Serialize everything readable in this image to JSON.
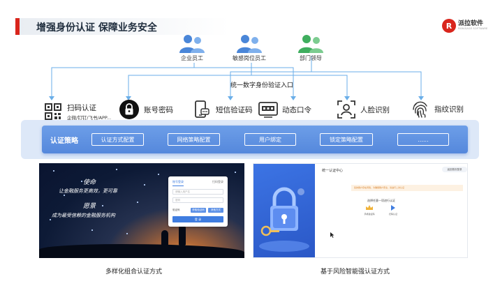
{
  "header": {
    "title": "增强身份认证 保障业务安全",
    "brand_logo_letters": "R",
    "brand_name": "派拉软件",
    "brand_subtitle": "PARASAGE SOFTWARE"
  },
  "users": [
    {
      "label": "企业员工",
      "icon": "users-icon",
      "color": "#4a86d8"
    },
    {
      "label": "敏感岗位员工",
      "icon": "users-icon",
      "color": "#4a86d8"
    },
    {
      "label": "部门领导",
      "icon": "users-icon",
      "color": "#4cb86a"
    }
  ],
  "entry_label": "统一数字身份验证入口",
  "methods": [
    {
      "label": "扫码认证",
      "sub": "企微/钉钉/飞书/APP...",
      "icon": "qr-code-icon"
    },
    {
      "label": "账号密码",
      "icon": "lock-icon"
    },
    {
      "label": "短信验证码",
      "icon": "phone-sms-icon"
    },
    {
      "label": "动态口令",
      "icon": "otp-token-icon"
    },
    {
      "label": "人脸识别",
      "icon": "face-scan-icon"
    },
    {
      "label": "指纹识别",
      "icon": "fingerprint-icon"
    }
  ],
  "strategy": {
    "label": "认证策略",
    "buttons": [
      "认证方式配置",
      "网络策略配置",
      "用户绑定",
      "锁定策略配置",
      "......"
    ]
  },
  "left_panel": {
    "mission_title": "使命",
    "mission_text": "让金融服务更高效，更可靠",
    "vision_title": "愿景",
    "vision_text": "成为最受信赖的金融服务机构",
    "login": {
      "tab_active": "账号登录",
      "tab_other": "扫码登录",
      "username_placeholder": "请输入用户名",
      "password_placeholder": "密码",
      "captcha_label": "验证码",
      "sms_button": "获取验证码",
      "other_button": "其他方式",
      "submit": "登 录"
    },
    "caption": "多样化组合认证方式"
  },
  "right_panel": {
    "title": "统一认证中心",
    "top_button": "返回首页登录",
    "warning": "您的账户存在风险，为确保账户安全，请进行二次认证",
    "choose_label": "选择任意一项进行认证",
    "options": [
      {
        "label": "手机验证码",
        "icon": "crown-icon"
      },
      {
        "label": "扫码认证",
        "icon": "scan-icon"
      }
    ],
    "caption": "基于风险智能强认证方式"
  }
}
